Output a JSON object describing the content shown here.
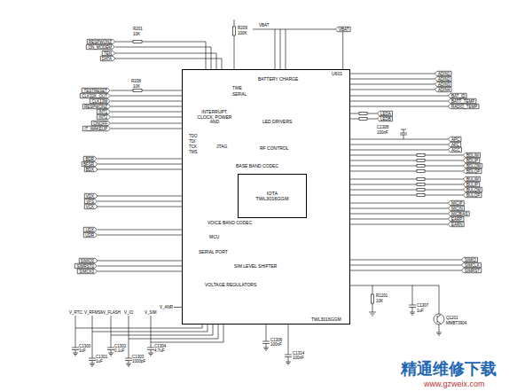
{
  "diagram": {
    "nodes": [
      {
        "text": [
          "U601",
          "BATTERY CHARGE",
          "INTERRUPT, CLOCK, POWER AND",
          "LED DRIVERS",
          "RF CONTROL",
          "JTAG",
          "BASE BAND CODEC",
          "VOICE BAND CODEC",
          "MCU",
          "SERIAL PORT",
          "SIM LEVEL SHIFTER",
          "VOLTAGE REGULATORS",
          "TWL3016GGM"
        ]
      },
      {
        "text": [
          "IOTA",
          "TWL3016GGM"
        ],
        "in": 0
      },
      {
        "text": [
          "RESPWONZ"
        ]
      },
      {
        "text": [
          "ON_MODEM"
        ]
      },
      {
        "text": [
          "TEN"
        ]
      },
      {
        "text": [
          "DATA"
        ]
      },
      {
        "text": [
          "TESTRESET"
        ]
      },
      {
        "text": [
          "CLK32K_OUT"
        ]
      },
      {
        "text": [
          "CLK13M"
        ]
      },
      {
        "text": [
          "RESPWONZ"
        ]
      },
      {
        "text": [
          "INT1"
        ]
      },
      {
        "text": [
          "INT2"
        ]
      },
      {
        "text": [
          "ONOFF"
        ]
      },
      {
        "text": [
          "IT_WAKEUP"
        ]
      },
      {
        "text": [
          "BDR"
        ]
      },
      {
        "text": [
          "BFSR"
        ]
      },
      {
        "text": [
          "BDX"
        ]
      },
      {
        "text": [
          "VDX"
        ]
      },
      {
        "text": [
          "VFS"
        ]
      },
      {
        "text": [
          "VCK"
        ]
      },
      {
        "text": [
          "UDX"
        ]
      },
      {
        "text": [
          "UDR"
        ]
      },
      {
        "text": [
          "SIMIO0"
        ]
      },
      {
        "text": [
          "SIMRST0"
        ]
      },
      {
        "text": [
          "SIMCK0"
        ]
      },
      {
        "text": [
          "ADIN1"
        ]
      },
      {
        "text": [
          "ADIN2"
        ]
      },
      {
        "text": [
          "ADIN3"
        ]
      },
      {
        "text": [
          "ADIN4"
        ]
      },
      {
        "text": [
          "BAT_ID"
        ]
      },
      {
        "text": [
          "BATT_TEMP"
        ]
      },
      {
        "text": [
          "RADIO_TEMP"
        ]
      },
      {
        "text": [
          "LEDA"
        ]
      },
      {
        "text": [
          "LEDB"
        ]
      },
      {
        "text": [
          "APC"
        ]
      },
      {
        "text": [
          "AFC"
        ]
      },
      {
        "text": [
          "AGC"
        ]
      },
      {
        "text": [
          "BDLIM"
        ]
      },
      {
        "text": [
          "BDLIP"
        ]
      },
      {
        "text": [
          "BDLQM"
        ]
      },
      {
        "text": [
          "BDLQP"
        ]
      },
      {
        "text": [
          "BULIM"
        ]
      },
      {
        "text": [
          "BULIP"
        ]
      },
      {
        "text": [
          "BULQM"
        ]
      },
      {
        "text": [
          "BULQP"
        ]
      },
      {
        "text": [
          "MICIP"
        ]
      },
      {
        "text": [
          "MICIN"
        ]
      },
      {
        "text": [
          "MICBIAS"
        ]
      },
      {
        "text": [
          "EARP"
        ]
      },
      {
        "text": [
          "EARN"
        ]
      },
      {
        "text": [
          "SIMIO"
        ]
      },
      {
        "text": [
          "SIMCLK"
        ]
      },
      {
        "text": [
          "SIMRST"
        ]
      },
      {
        "text": [
          "VBAT"
        ]
      }
    ],
    "edges": [
      {
        "from": 2,
        "to": 0,
        "arrow": "none"
      },
      {
        "from": 3,
        "to": 0,
        "arrow": "none"
      },
      {
        "from": 4,
        "to": 0,
        "arrow": "none"
      },
      {
        "from": 5,
        "to": 0,
        "arrow": "none"
      },
      {
        "from": 6,
        "to": 0,
        "arrow": "none"
      },
      {
        "from": 7,
        "to": 0,
        "arrow": "none"
      },
      {
        "from": 8,
        "to": 0,
        "arrow": "none"
      },
      {
        "from": 9,
        "to": 0,
        "arrow": "none"
      },
      {
        "from": 10,
        "to": 0,
        "arrow": "none"
      },
      {
        "from": 11,
        "to": 0,
        "arrow": "none"
      },
      {
        "from": 12,
        "to": 0,
        "arrow": "none"
      },
      {
        "from": 13,
        "to": 0,
        "arrow": "none"
      },
      {
        "from": 14,
        "to": 0,
        "arrow": "none"
      },
      {
        "from": 15,
        "to": 0,
        "arrow": "none"
      },
      {
        "from": 16,
        "to": 0,
        "arrow": "none"
      },
      {
        "from": 17,
        "to": 0,
        "arrow": "none"
      },
      {
        "from": 18,
        "to": 0,
        "arrow": "none"
      },
      {
        "from": 19,
        "to": 0,
        "arrow": "none"
      },
      {
        "from": 20,
        "to": 0,
        "arrow": "none"
      },
      {
        "from": 21,
        "to": 0,
        "arrow": "none"
      },
      {
        "from": 22,
        "to": 0,
        "arrow": "none"
      },
      {
        "from": 23,
        "to": 0,
        "arrow": "none"
      },
      {
        "from": 24,
        "to": 0,
        "arrow": "none"
      },
      {
        "from": 25,
        "to": 0,
        "arrow": "none"
      },
      {
        "from": 26,
        "to": 0,
        "arrow": "none"
      },
      {
        "from": 27,
        "to": 0,
        "arrow": "none"
      },
      {
        "from": 28,
        "to": 0,
        "arrow": "none"
      },
      {
        "from": 29,
        "to": 0,
        "arrow": "none"
      },
      {
        "from": 30,
        "to": 0,
        "arrow": "none"
      },
      {
        "from": 31,
        "to": 0,
        "arrow": "none"
      },
      {
        "from": 32,
        "to": 0,
        "arrow": "none"
      },
      {
        "from": 33,
        "to": 0,
        "arrow": "none"
      },
      {
        "from": 34,
        "to": 0,
        "arrow": "none"
      },
      {
        "from": 35,
        "to": 0,
        "arrow": "none"
      },
      {
        "from": 36,
        "to": 0,
        "arrow": "none"
      },
      {
        "from": 37,
        "to": 0,
        "arrow": "none"
      },
      {
        "from": 38,
        "to": 0,
        "arrow": "none"
      },
      {
        "from": 39,
        "to": 0,
        "arrow": "none"
      },
      {
        "from": 40,
        "to": 0,
        "arrow": "none"
      },
      {
        "from": 41,
        "to": 0,
        "arrow": "none"
      },
      {
        "from": 42,
        "to": 0,
        "arrow": "none"
      },
      {
        "from": 43,
        "to": 0,
        "arrow": "none"
      },
      {
        "from": 44,
        "to": 0,
        "arrow": "none"
      },
      {
        "from": 45,
        "to": 0,
        "arrow": "none"
      },
      {
        "from": 46,
        "to": 0,
        "arrow": "none"
      },
      {
        "from": 47,
        "to": 0,
        "arrow": "none"
      },
      {
        "from": 48,
        "to": 0,
        "arrow": "none"
      },
      {
        "from": 49,
        "to": 0,
        "arrow": "none"
      },
      {
        "from": 50,
        "to": 0,
        "arrow": "none"
      },
      {
        "from": 51,
        "to": 0,
        "arrow": "none"
      },
      {
        "from": 52,
        "to": 0,
        "arrow": "none"
      },
      {
        "from": 53,
        "to": 0,
        "arrow": "none"
      }
    ],
    "labels": [
      "R201",
      "10K",
      "R209",
      "100K",
      "VBAT",
      "R208",
      "10K",
      "TIME",
      "SERIAL",
      "TDO",
      "TDI",
      "TCK",
      "TMS",
      "C1308",
      "100nF",
      "V_RTC",
      "V_RFMSM",
      "V_FLASH",
      "V_IO",
      "V_SIM",
      "V_ANR",
      "C1300",
      "1uF",
      "C1301",
      "1uF",
      "C1302",
      "0.1uF",
      "C1303",
      "1000pF",
      "C1304",
      "4.7uF",
      "C1306",
      "100nF",
      "C1314",
      "100nF",
      "R1201",
      "10K",
      "C1307",
      "1uF",
      "Q1201",
      "MMBT3904",
      "精通维修下载",
      "www.gzweix.com"
    ]
  }
}
